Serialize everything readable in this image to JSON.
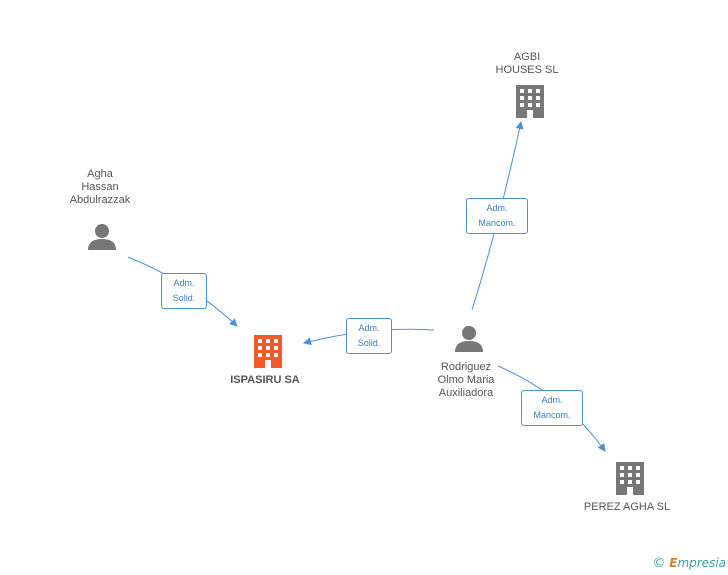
{
  "nodes": {
    "ispasiru": {
      "label": "ISPASIRU SA",
      "type": "company",
      "color": "#f05a2a"
    },
    "agbi": {
      "label": "AGBI\nHOUSES SL",
      "type": "company",
      "color": "#777777"
    },
    "perez": {
      "label": "PEREZ AGHA SL",
      "type": "company",
      "color": "#777777"
    },
    "agha": {
      "label": "Agha\nHassan\nAbdulrazzak",
      "type": "person",
      "color": "#777777"
    },
    "rodriguez": {
      "label": "Rodriguez\nOlmo Maria\nAuxiliadora",
      "type": "person",
      "color": "#777777"
    }
  },
  "edges": {
    "agha_ispasiru": {
      "label": "Adm.\nSolid."
    },
    "rodriguez_ispasiru": {
      "label": "Adm.\nSolid."
    },
    "rodriguez_agbi": {
      "label": "Adm.\nMancom."
    },
    "rodriguez_perez": {
      "label": "Adm.\nMancom."
    }
  },
  "colors": {
    "edge": "#4a90d9"
  },
  "brand": {
    "copyright": "©",
    "e": "E",
    "rest": "mpresia"
  }
}
